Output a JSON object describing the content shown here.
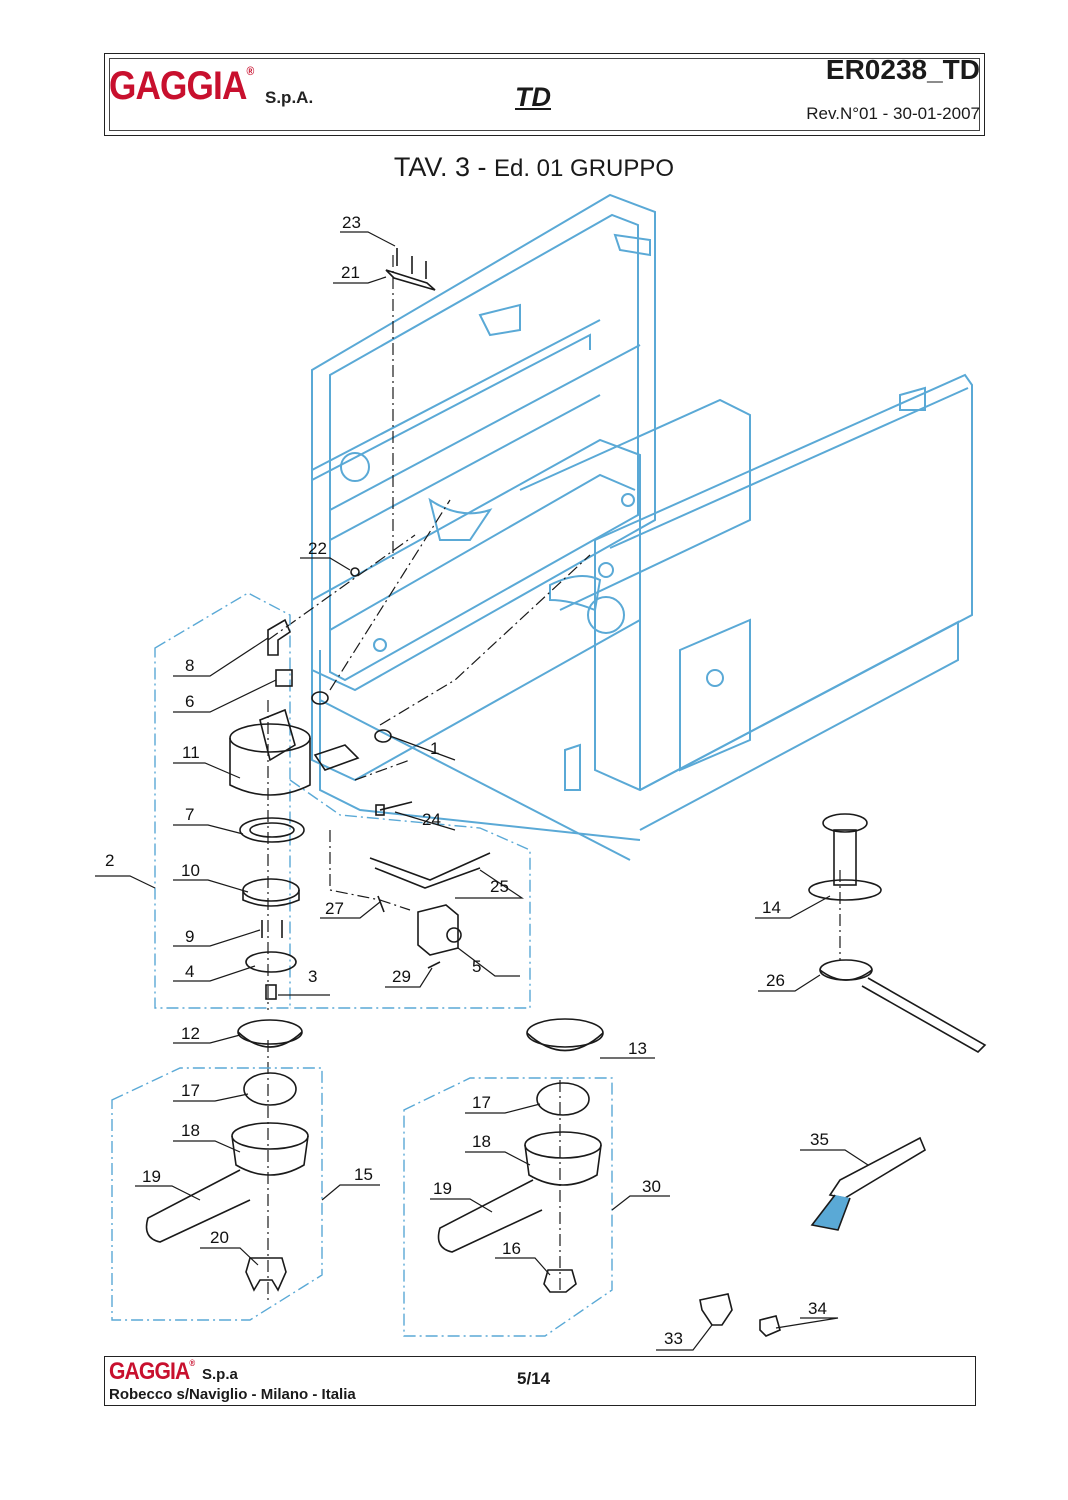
{
  "header": {
    "brand": "GAGGIA",
    "brand_suffix": "S.p.A.",
    "model": "TD",
    "code": "ER0238_TD",
    "revision": "Rev.N°01 - 30-01-2007"
  },
  "title": {
    "main": "TAV. 3 -",
    "sub": "Ed. 01 GRUPPO"
  },
  "callouts": [
    "23",
    "21",
    "22",
    "8",
    "6",
    "11",
    "1",
    "7",
    "24",
    "2",
    "10",
    "25",
    "27",
    "9",
    "5",
    "4",
    "29",
    "3",
    "12",
    "13",
    "17",
    "17",
    "18",
    "18",
    "19",
    "19",
    "15",
    "30",
    "20",
    "16",
    "14",
    "26",
    "35",
    "33",
    "34"
  ],
  "colors": {
    "brand_red": "#c8102e",
    "frame_blue": "#5aa9d6",
    "line": "#1a1a1a"
  },
  "footer": {
    "brand": "GAGGIA",
    "brand_suffix": "S.p.a",
    "address": "Robecco s/Naviglio - Milano - Italia",
    "page": "5/14"
  }
}
